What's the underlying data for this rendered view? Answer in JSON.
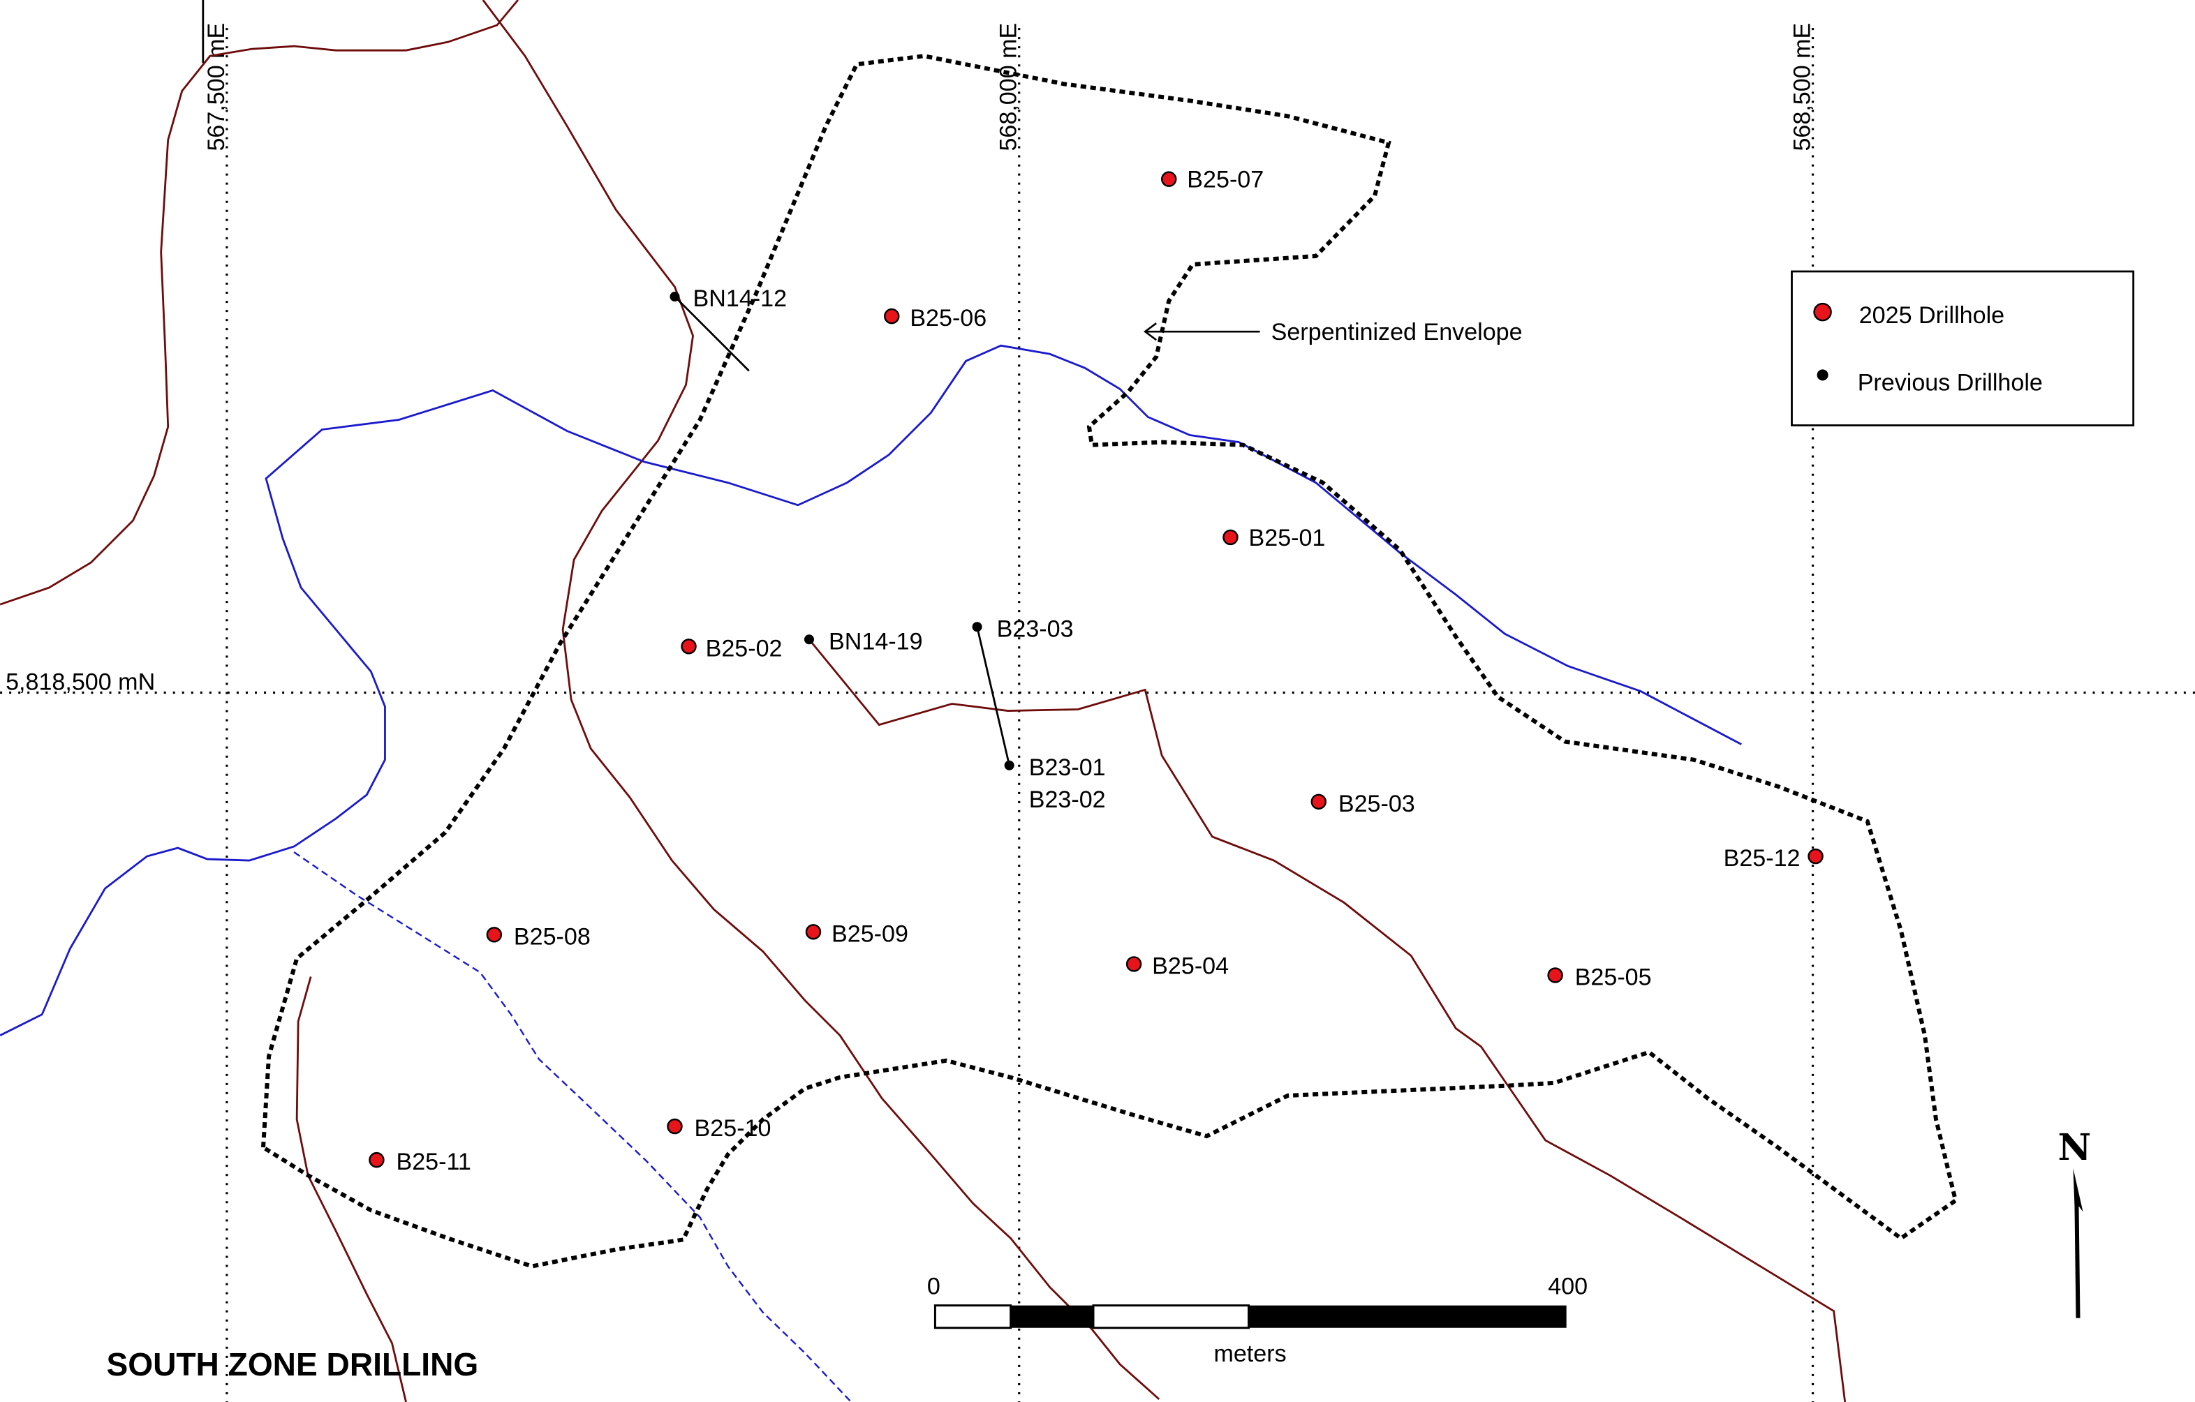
{
  "title": "SOUTH ZONE DRILLING",
  "grid_labels": {
    "e1": "567,500 mE",
    "e2": "568,000 mE",
    "e3": "568,500 mE",
    "n1": "5,818,500 mN"
  },
  "annotation": "Serpentinized Envelope",
  "legend": {
    "new": "2025 Drillhole",
    "previous": "Previous Drillhole",
    "new_color": "#e8141c",
    "previous_color": "#000000"
  },
  "drillholes_2025": [
    "B25-01",
    "B25-02",
    "B25-03",
    "B25-04",
    "B25-05",
    "B25-06",
    "B25-07",
    "B25-08",
    "B25-09",
    "B25-10",
    "B25-11",
    "B25-12"
  ],
  "drillholes_previous": [
    "BN14-12",
    "BN14-19",
    "B23-03",
    "B23-01",
    "B23-02"
  ],
  "scale_bar": {
    "min": "0",
    "max": "400",
    "unit": "meters"
  },
  "north_arrow": "N"
}
